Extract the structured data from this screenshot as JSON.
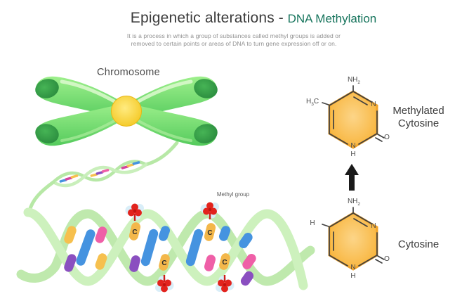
{
  "header": {
    "title_main": "Epigenetic alterations",
    "title_separator": " - ",
    "title_accent": "DNA Methylation",
    "subtitle_line1": "It is a process in which a group of substances called methyl groups is added or",
    "subtitle_line2": "removed to certain points or areas of DNA to turn gene expression off or on.",
    "accent_color": "#16745c"
  },
  "illustration": {
    "chromosome_label": "Chromosome",
    "methyl_group_label": "Methyl group",
    "base_letter": "C",
    "palette": {
      "chromosome_green": "#63d467",
      "chromosome_tip_green": "#2f9e44",
      "centromere_yellow": "#f5c91f",
      "dna_ribbon_green": "#c6eeb6",
      "base_blue": "#4593e0",
      "base_yellow": "#f6c04e",
      "base_purple": "#8a4fc0",
      "base_pink": "#ef5fa7",
      "base_magenta": "#d6459c",
      "methyl_red": "#e2231d",
      "halo_blue": "#d9eef8"
    }
  },
  "molecules": {
    "ring_fill": "#f7ab26",
    "methylated": {
      "label_line1": "Methylated",
      "label_line2": "Cytosine",
      "amine_main": "NH",
      "amine_sub": "2",
      "side_pre": "H",
      "side_sub": "3",
      "side_post": "C",
      "ring_n": "N",
      "oxygen": "O",
      "n1": "N",
      "n1_h": "H"
    },
    "cytosine": {
      "label": "Cytosine",
      "amine_main": "NH",
      "amine_sub": "2",
      "side_pre": "H",
      "side_sub": "",
      "side_post": "",
      "ring_n": "N",
      "oxygen": "O",
      "n1": "N",
      "n1_h": "H"
    }
  }
}
